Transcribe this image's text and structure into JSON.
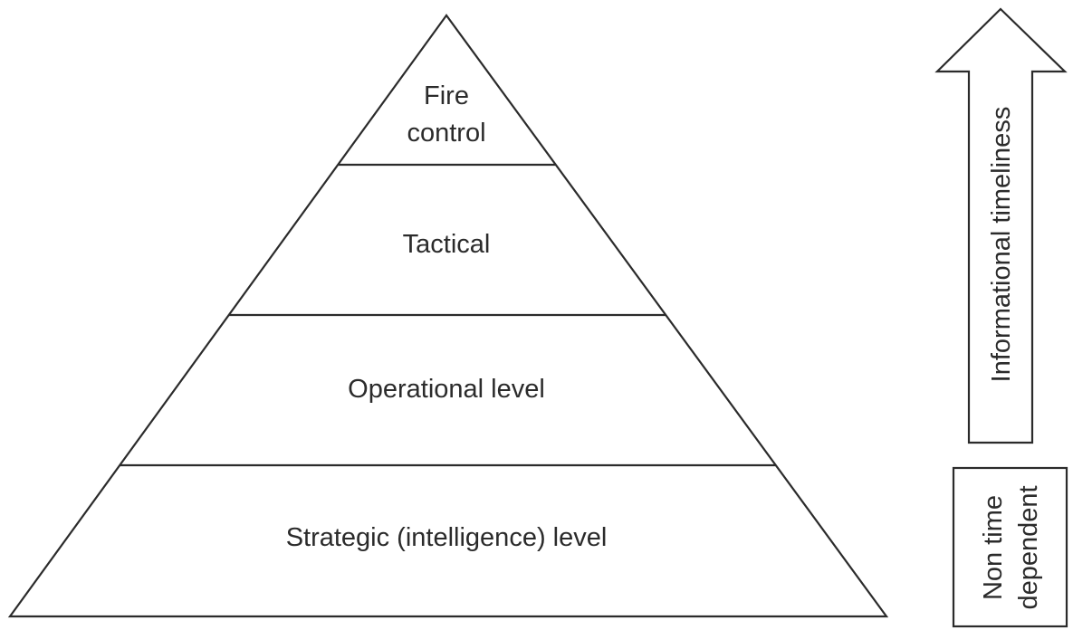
{
  "pyramid": {
    "tiers": [
      {
        "lines": [
          "Fire",
          "control"
        ]
      },
      {
        "lines": [
          "Tactical"
        ]
      },
      {
        "lines": [
          "Operational level"
        ]
      },
      {
        "lines": [
          "Strategic (intelligence) level"
        ]
      }
    ]
  },
  "arrow": {
    "label": "Informational timeliness",
    "direction": "up"
  },
  "box": {
    "lines": [
      "Non time",
      "dependent"
    ]
  },
  "colors": {
    "stroke": "#2b2b2b",
    "fill": "#ffffff",
    "text": "#2b2b2b"
  }
}
